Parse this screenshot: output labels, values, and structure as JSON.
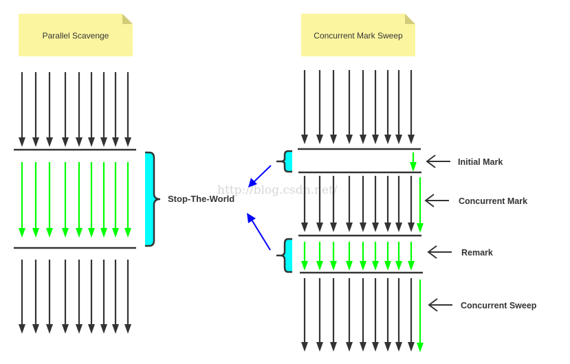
{
  "colors": {
    "note_fill": "#fcf5a0",
    "note_fold": "#d2cc7a",
    "thread_dark": "#333333",
    "thread_green": "#00ff00",
    "brace_fill": "#00ffff",
    "pointer_blue": "#0000ff",
    "text": "#333333"
  },
  "left_panel": {
    "title": "Parallel Scavenge",
    "thread_count": 9,
    "stages": [
      "running",
      "gc",
      "running"
    ]
  },
  "right_panel": {
    "title": "Concurrent Mark Sweep",
    "thread_count": 9,
    "phases": [
      {
        "id": "initial_mark",
        "label": "Initial Mark",
        "stop_the_world": true
      },
      {
        "id": "concurrent_mark",
        "label": "Concurrent Mark",
        "stop_the_world": false
      },
      {
        "id": "remark",
        "label": "Remark",
        "stop_the_world": true
      },
      {
        "id": "concurrent_sweep",
        "label": "Concurrent Sweep",
        "stop_the_world": false
      }
    ]
  },
  "center": {
    "label": "Stop-The-World"
  },
  "watermark": "http://blog.csdn.net/"
}
